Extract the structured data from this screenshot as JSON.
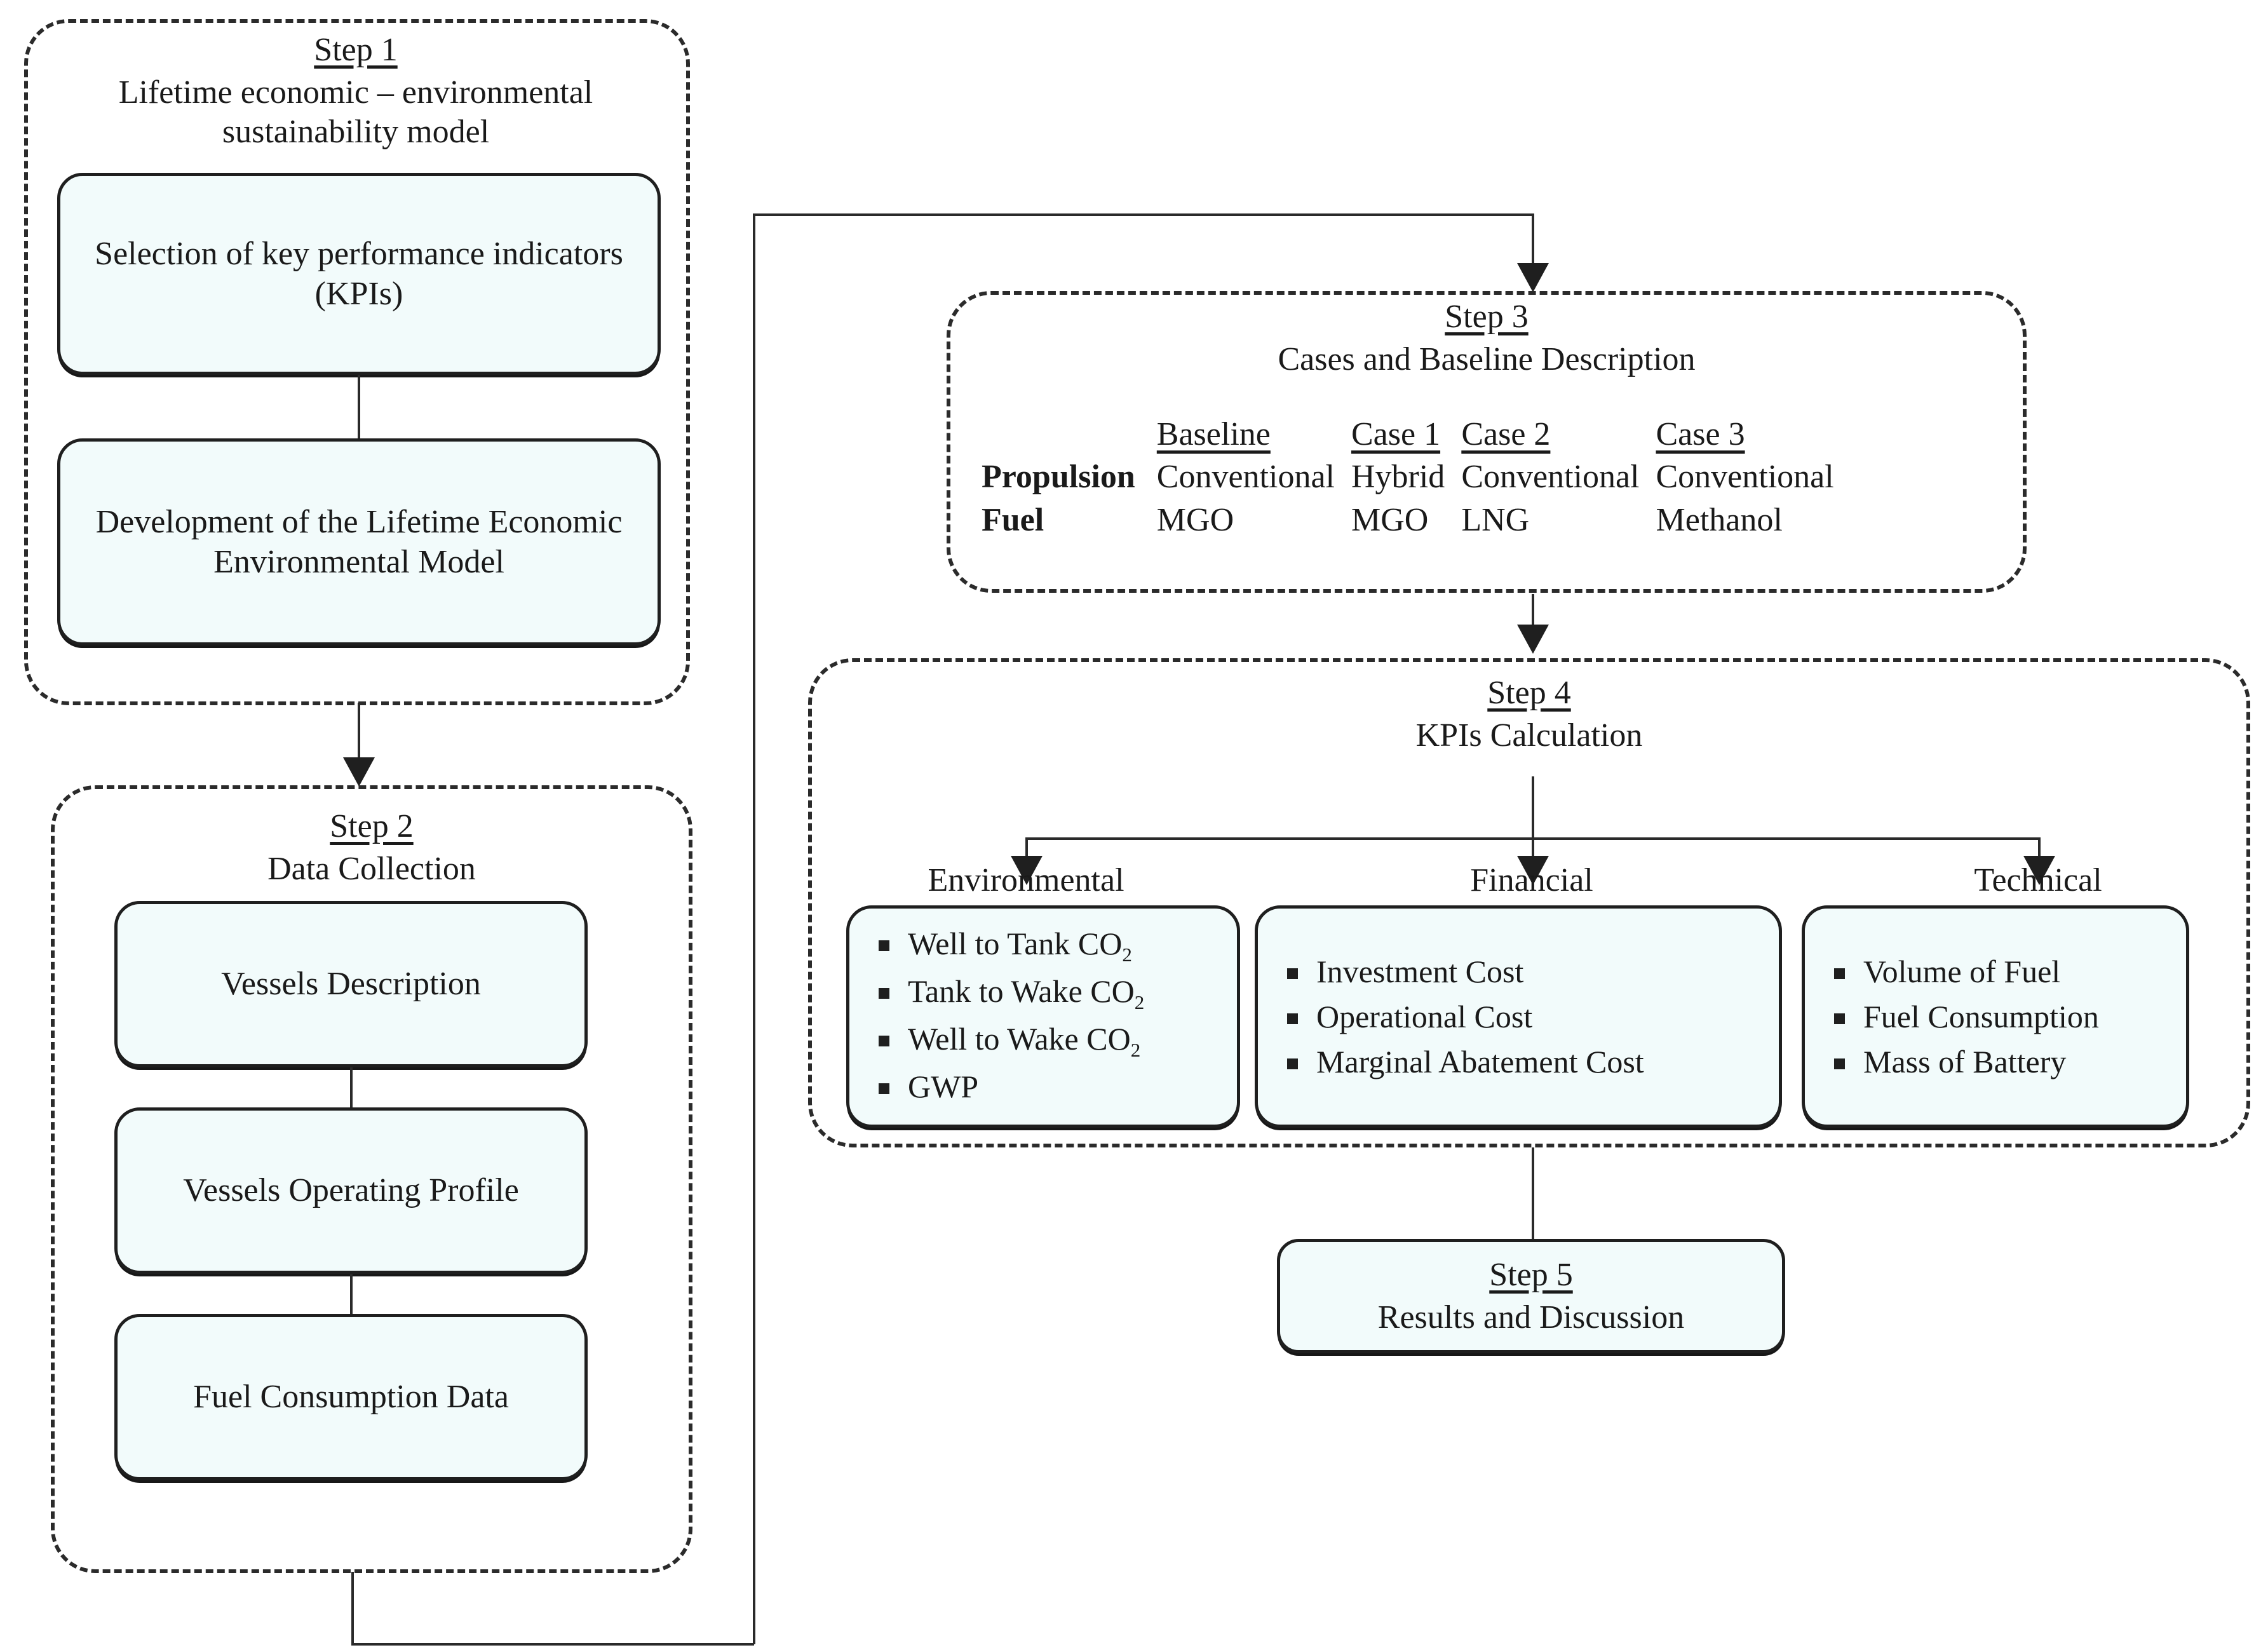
{
  "diagram": {
    "title": "Lifetime economic-environmental sustainability methodology flowchart"
  },
  "step1": {
    "number": "Step 1",
    "subtitle": "Lifetime economic – environmental sustainability model",
    "boxes": [
      {
        "label": "Selection of key performance indicators (KPIs)"
      },
      {
        "label": "Development of the Lifetime Economic Environmental Model"
      }
    ]
  },
  "step2": {
    "number": "Step 2",
    "subtitle": "Data Collection",
    "boxes": [
      {
        "label": "Vessels Description"
      },
      {
        "label": "Vessels Operating Profile"
      },
      {
        "label": "Fuel Consumption Data"
      }
    ]
  },
  "step3": {
    "number": "Step 3",
    "subtitle": "Cases and Baseline Description",
    "table": {
      "column_headers": [
        "Baseline",
        "Case 1",
        "Case 2",
        "Case 3"
      ],
      "row_headers": [
        "Propulsion",
        "Fuel"
      ],
      "rows": [
        [
          "Conventional",
          "Hybrid",
          "Conventional",
          "Conventional"
        ],
        [
          "MGO",
          "MGO",
          "LNG",
          "Methanol"
        ]
      ]
    }
  },
  "step4": {
    "number": "Step 4",
    "subtitle": "KPIs Calculation",
    "categories": [
      {
        "label": "Environmental",
        "items": [
          {
            "text": "Well to Tank CO",
            "sub": "2"
          },
          {
            "text": "Tank to Wake CO",
            "sub": "2"
          },
          {
            "text": "Well to Wake CO",
            "sub": "2"
          },
          {
            "text": "GWP",
            "sub": ""
          }
        ]
      },
      {
        "label": "Financial",
        "items": [
          {
            "text": "Investment Cost",
            "sub": ""
          },
          {
            "text": "Operational Cost",
            "sub": ""
          },
          {
            "text": "Marginal Abatement Cost",
            "sub": ""
          }
        ]
      },
      {
        "label": "Technical",
        "items": [
          {
            "text": "Volume of Fuel",
            "sub": ""
          },
          {
            "text": "Fuel Consumption",
            "sub": ""
          },
          {
            "text": "Mass of Battery",
            "sub": ""
          }
        ]
      }
    ]
  },
  "step5": {
    "number": "Step 5",
    "subtitle": "Results and Discussion"
  },
  "colors": {
    "box_fill": "#f2fbfb",
    "box_stroke": "#1f1f1f",
    "group_stroke": "#2b2b2b",
    "connector": "#2a2a2a",
    "text": "#1a1a1a"
  }
}
